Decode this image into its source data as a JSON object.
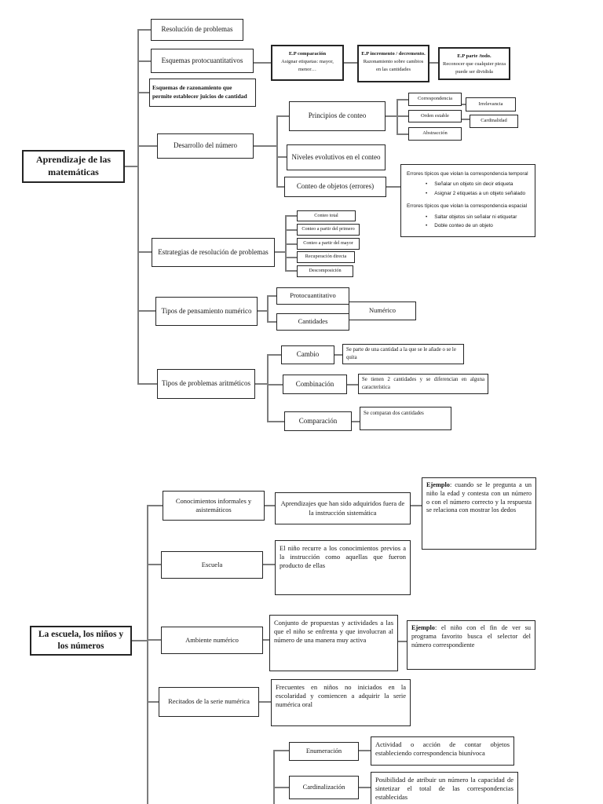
{
  "palette": {
    "line": "#7c7c7c",
    "border": "#242424",
    "paper": "#ffffff",
    "ink": "#161616"
  },
  "top": {
    "root": "Aprendizaje de las matemáticas",
    "resolucion": "Resolución de problemas",
    "esquemas_proto": "Esquemas protocuantitativos",
    "esquemas_raz": "Esquemas de razonamiento que permite establecer juicios de cantidad",
    "ep": [
      {
        "title": "E.P comparación",
        "body": "Asignar etiquetas: mayor, menor…"
      },
      {
        "title": "E.P incremento / decremento.",
        "body": "Razonamiento sobre cambios en las cantidades"
      },
      {
        "title": "E.P parte /todo.",
        "body": "Reconocer que cualquier pieza puede ser dividida"
      }
    ],
    "desarrollo": "Desarrollo del número",
    "principios": "Principios de conteo",
    "correspondencia": "Correspondencia",
    "irrelevancia": "Irrelevancia",
    "orden_estable": "Orden estable",
    "cardinalidad": "Cardinalidad",
    "abstraccion": "Abstracción",
    "niveles": "Niveles evolutivos en el conteo",
    "conteo_errores": "Conteo de objetos (errores)",
    "errores": {
      "bullet": "•",
      "h1": "Errores típicos que violan la correspondencia temporal",
      "b1": [
        "Señalar un objeto sin decir etiqueta",
        "Asignar 2 etiquetas a un objeto señalado"
      ],
      "h2": "Errores típicos que violan la correspondencia espacial",
      "b2": [
        "Saltar objetos sin señalar ni etiquetar",
        "Doble conteo de un objeto"
      ]
    },
    "estrategias": "Estrategias de resolución de problemas",
    "estrategia_items": [
      "Conteo total",
      "Conteo a partir del primero",
      "Conteo a partir del mayor",
      "Recuperación directa",
      "Descomposición"
    ],
    "pensamiento": "Tipos de pensamiento numérico",
    "protocuantitativo": "Protocuantitativo",
    "cantidades": "Cantidades",
    "numerico": "Numérico",
    "tipos_problemas": "Tipos de problemas aritméticos",
    "cambio": "Cambio",
    "cambio_desc": "Se parte de una cantidad a la que se le añade o se le quita",
    "combinacion": "Combinación",
    "combinacion_desc": "Se tienen 2 cantidades y se diferencian en alguna característica",
    "comparacion": "Comparación",
    "comparacion_desc": "Se comparan dos cantidades"
  },
  "bottom": {
    "root": "La escuela, los niños y los números",
    "conocimientos": "Conocimientos informales y asistemáticos",
    "conocimientos_desc": "Aprendizajes que han sido adquiridos fuera de la instrucción sistemática",
    "ejemplo1": {
      "lead": "Ejemplo",
      "rest": ": cuando se le pregunta a un niño la edad y contesta con un número o con el número correcto y la respuesta se relaciona con mostrar los dedos"
    },
    "escuela": "Escuela",
    "escuela_desc": "El niño recurre a los conocimientos previos a la instrucción como aquellas que fueron producto de ellas",
    "ambiente": "Ambiente numérico",
    "ambiente_desc": "Conjunto de propuestas y actividades a las que el niño se enfrenta y que involucran al número de una manera muy activa",
    "ejemplo2": {
      "lead": "Ejemplo",
      "rest": ": el niño con el fin de ver su programa favorito busca el selector del número correspondiente"
    },
    "recitados": "Recitados de la serie numérica",
    "recitados_desc": "Frecuentes en niños no iniciados en la escolaridad y comiencen a adquirir la serie numérica oral",
    "enumeracion": "Enumeración",
    "enumeracion_desc": "Actividad o acción de contar objetos estableciendo correspondencia biunívoca",
    "cardinalizacion": "Cardinalización",
    "cardinalizacion_desc": "Posibilidad de atribuir un número la capacidad de sintetizar el total de las correspondencias establecidas"
  }
}
